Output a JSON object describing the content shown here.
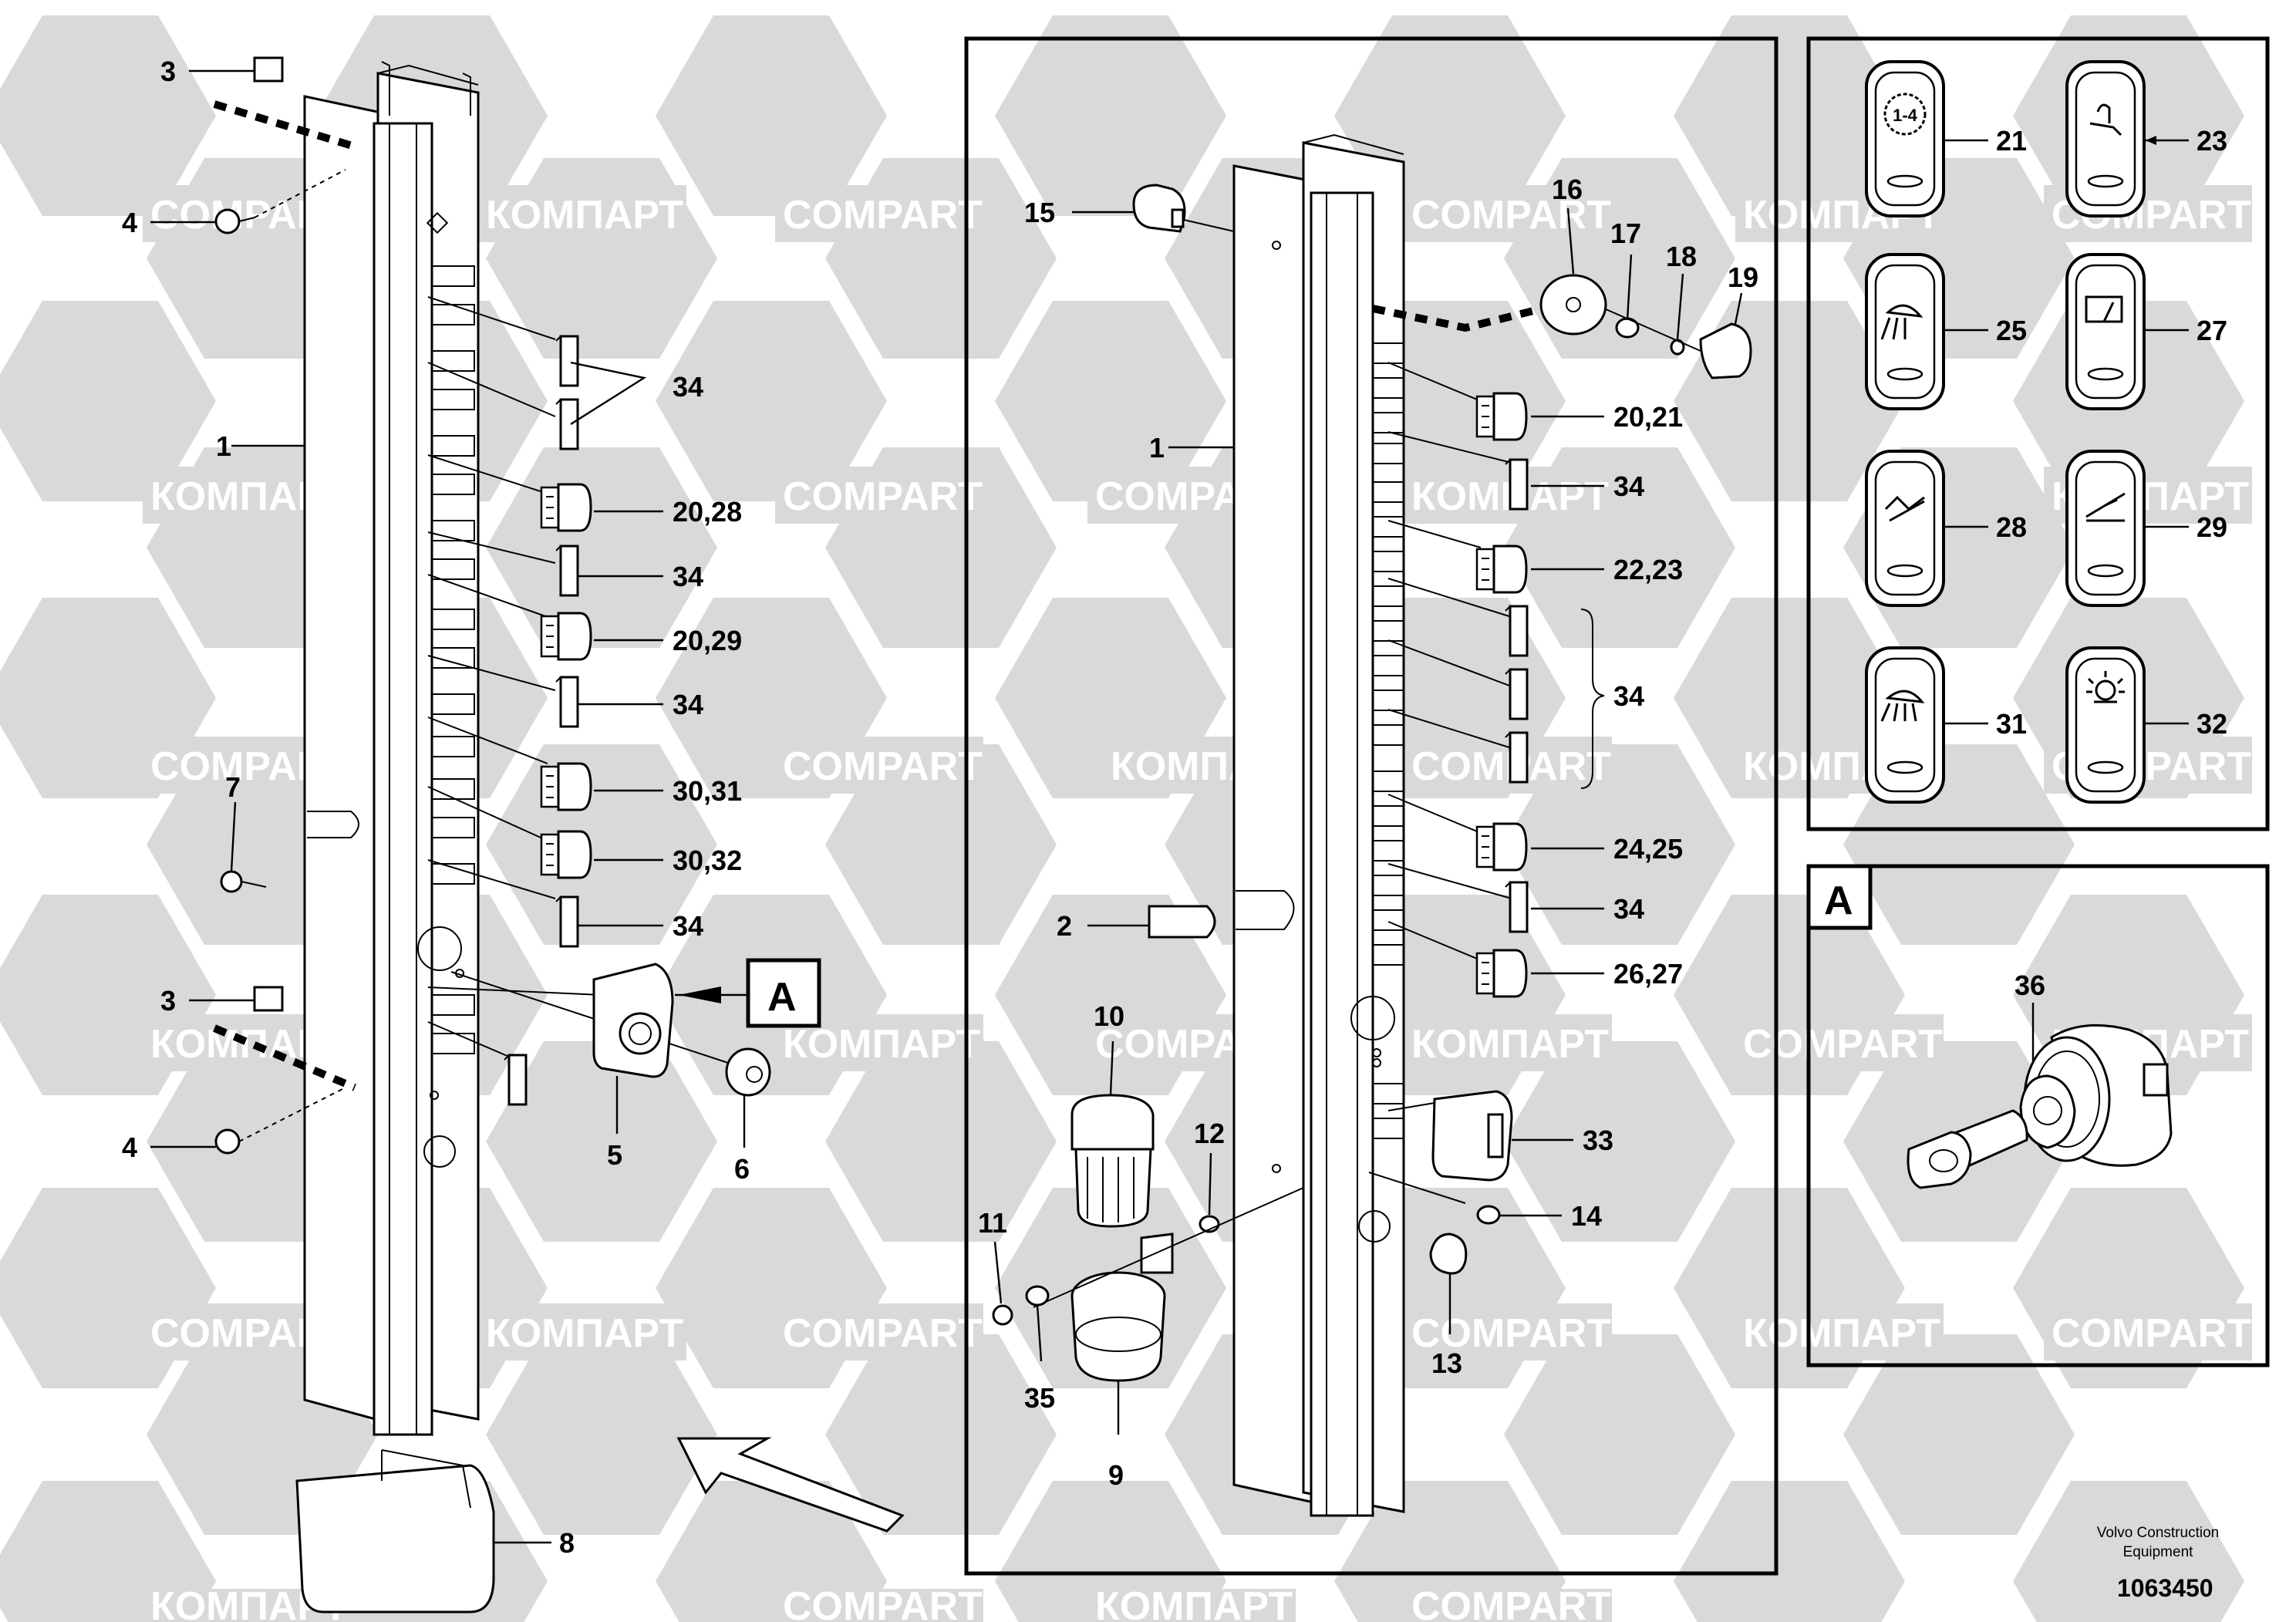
{
  "watermark": {
    "text_latin": "COMPART",
    "text_cyrillic": "КОМПАРТ",
    "color": "#d9d9d9"
  },
  "callouts_left": [
    "3",
    "4",
    "34",
    "1",
    "20,28",
    "34",
    "20,29",
    "34",
    "30,31",
    "30,32",
    "34",
    "7",
    "3",
    "A",
    "4",
    "5",
    "6",
    "8"
  ],
  "callouts_center": [
    "15",
    "16",
    "17",
    "18",
    "19",
    "20,21",
    "1",
    "34",
    "22,23",
    "34",
    "24,25",
    "34",
    "26,27",
    "2",
    "10",
    "33",
    "12",
    "14",
    "11",
    "13",
    "35",
    "9"
  ],
  "callouts_switches": [
    "21",
    "23",
    "25",
    "27",
    "28",
    "29",
    "31",
    "32"
  ],
  "switch_glyphs": [
    "1-4",
    "",
    "",
    "",
    "",
    "",
    "",
    ""
  ],
  "detail_a": {
    "title": "A",
    "callout": "36"
  },
  "footer": {
    "line1": "Volvo Construction",
    "line2": "Equipment",
    "doc_number": "1063450"
  }
}
